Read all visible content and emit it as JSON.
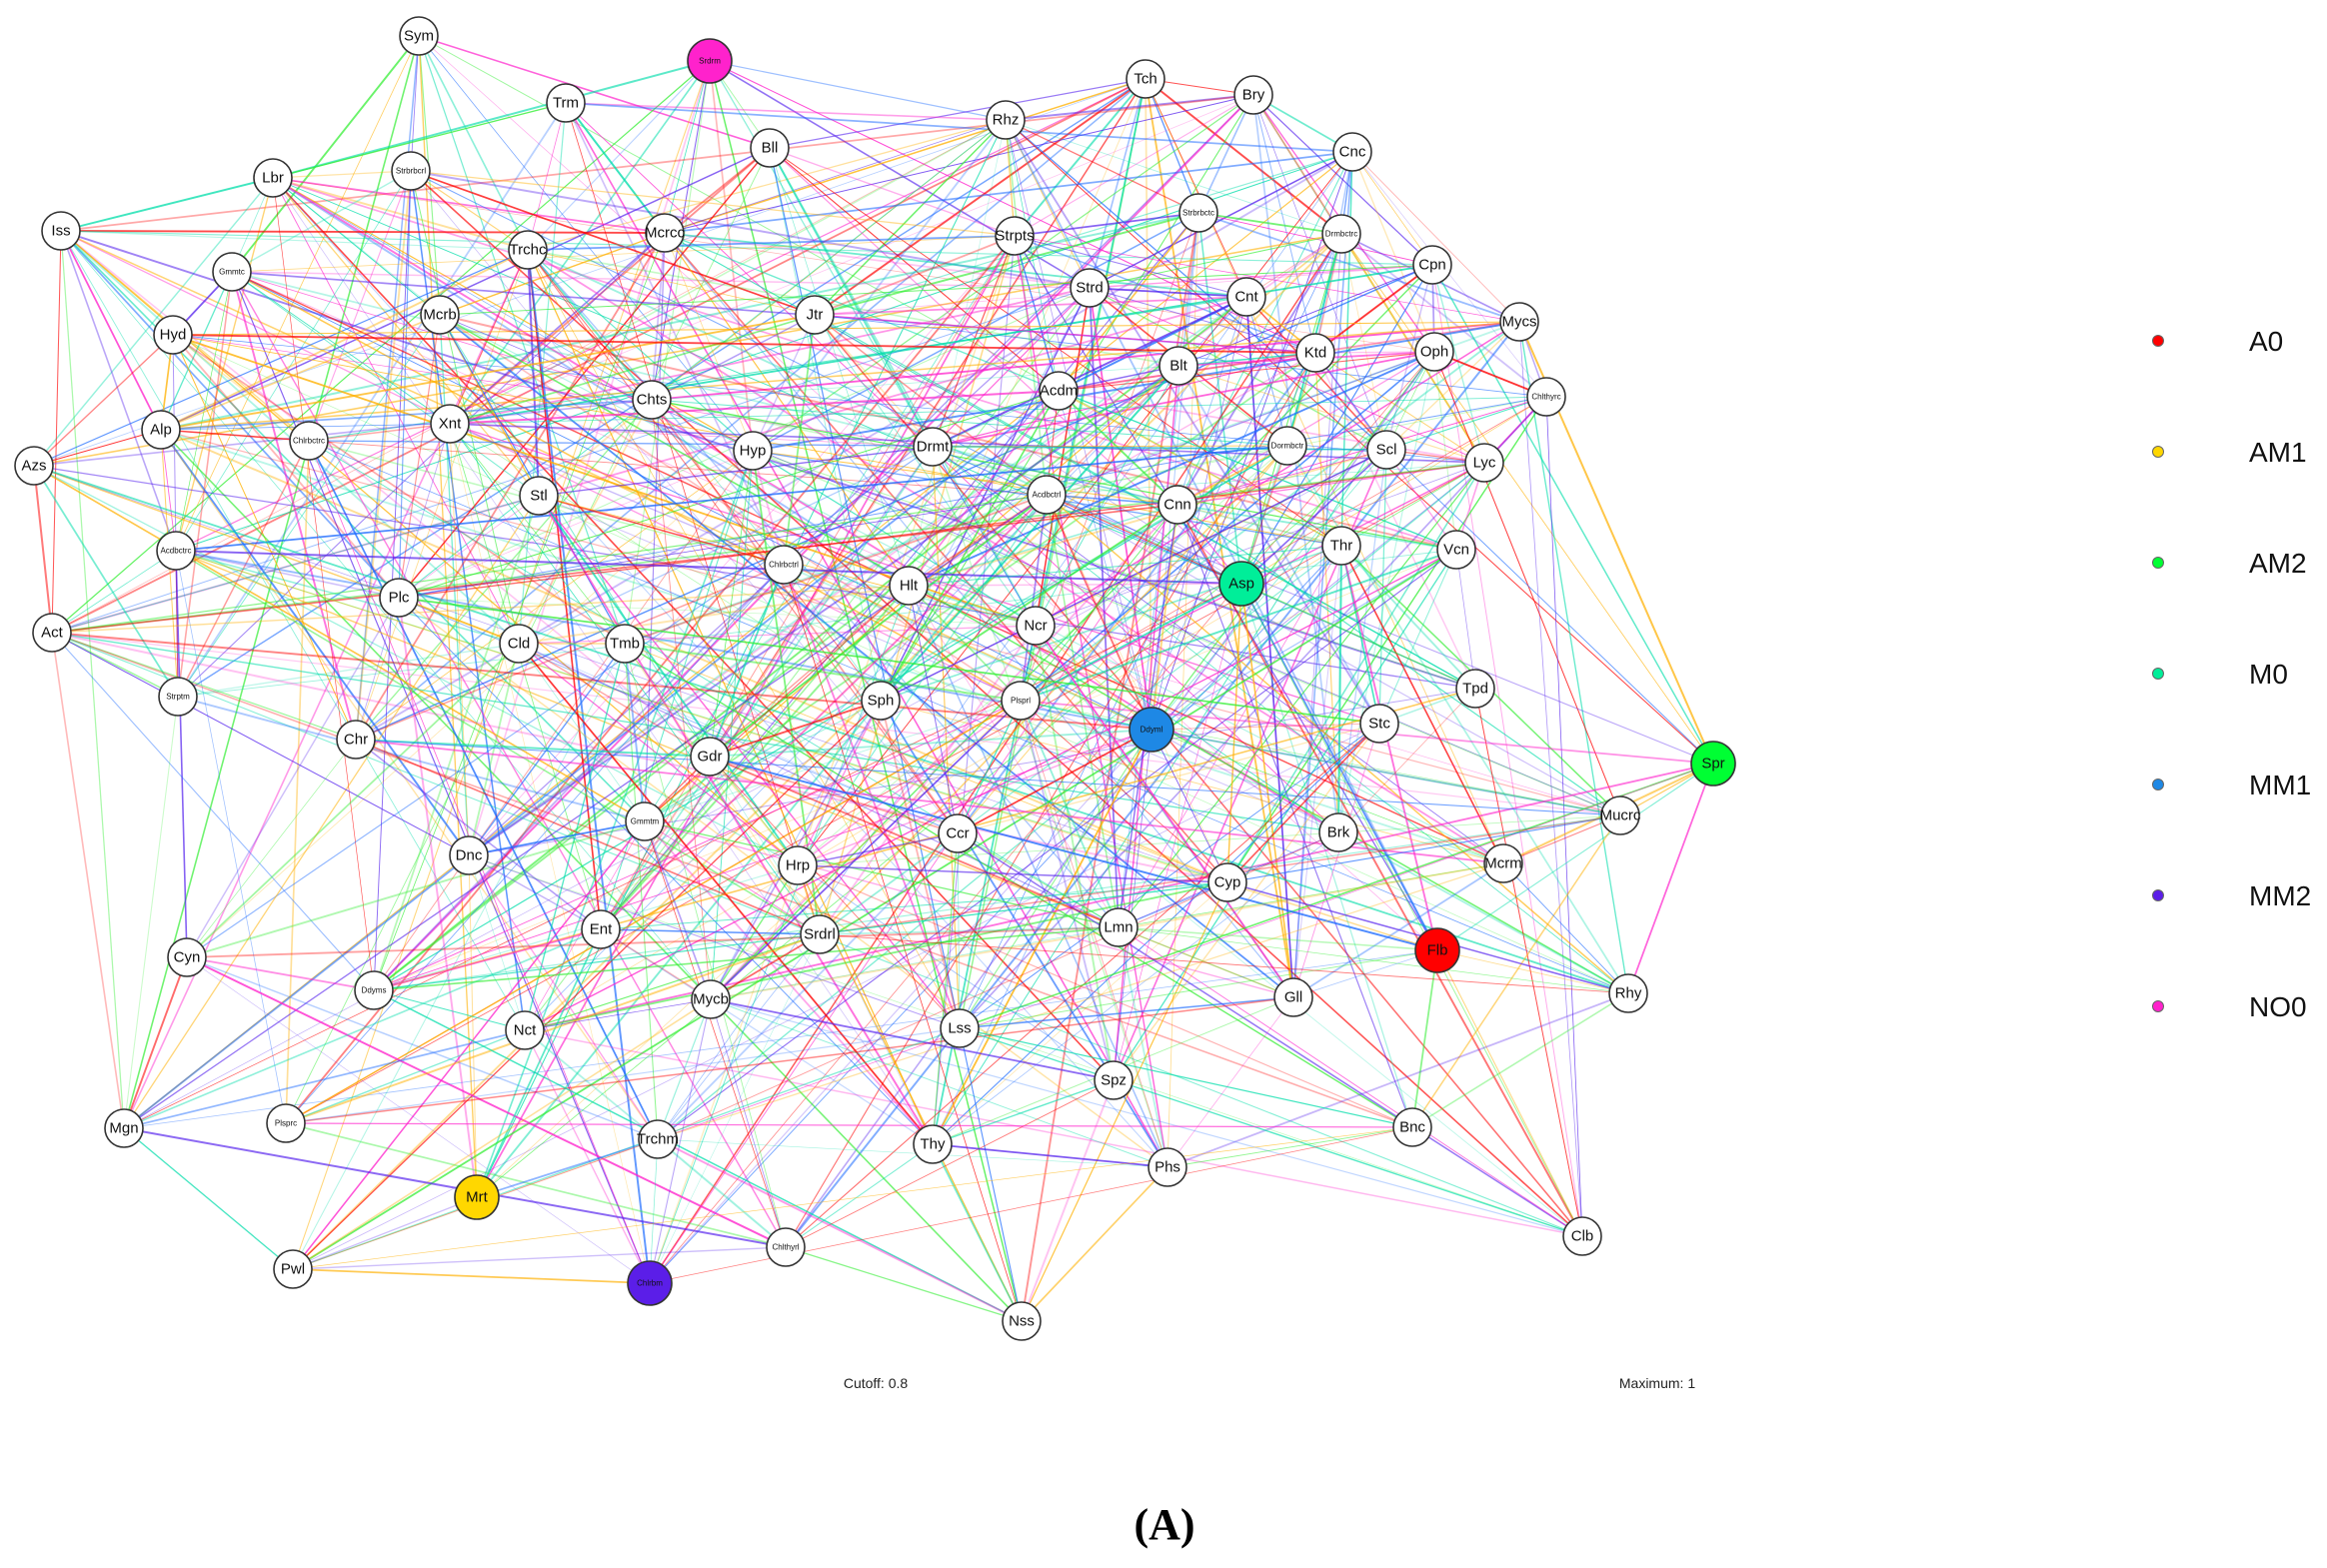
{
  "nodes": [
    {
      "label": "Sym",
      "group": null
    },
    {
      "label": "Srdrm",
      "group": "NO0"
    },
    {
      "label": "Tch",
      "group": null
    },
    {
      "label": "Bry",
      "group": null
    },
    {
      "label": "Trm",
      "group": null
    },
    {
      "label": "Rhz",
      "group": null
    },
    {
      "label": "Cnc",
      "group": null
    },
    {
      "label": "Bll",
      "group": null
    },
    {
      "label": "Lbr",
      "group": null
    },
    {
      "label": "Strbrbcrl",
      "group": null
    },
    {
      "label": "Strbrbctc",
      "group": null
    },
    {
      "label": "Drmbctrc",
      "group": null
    },
    {
      "label": "Iss",
      "group": null
    },
    {
      "label": "Mcrcc",
      "group": null
    },
    {
      "label": "Strpts",
      "group": null
    },
    {
      "label": "Trchc",
      "group": null
    },
    {
      "label": "Gmmtc",
      "group": null
    },
    {
      "label": "Cpn",
      "group": null
    },
    {
      "label": "Strd",
      "group": null
    },
    {
      "label": "Cnt",
      "group": null
    },
    {
      "label": "Mycs",
      "group": null
    },
    {
      "label": "Mcrb",
      "group": null
    },
    {
      "label": "Jtr",
      "group": null
    },
    {
      "label": "Hyd",
      "group": null
    },
    {
      "label": "Ktd",
      "group": null
    },
    {
      "label": "Oph",
      "group": null
    },
    {
      "label": "Blt",
      "group": null
    },
    {
      "label": "Chlthyrc",
      "group": null
    },
    {
      "label": "Acdm",
      "group": null
    },
    {
      "label": "Chts",
      "group": null
    },
    {
      "label": "Xnt",
      "group": null
    },
    {
      "label": "Alp",
      "group": null
    },
    {
      "label": "Chlrbctrc",
      "group": null
    },
    {
      "label": "Hyp",
      "group": null
    },
    {
      "label": "Drmt",
      "group": null
    },
    {
      "label": "Dormbctr",
      "group": null
    },
    {
      "label": "Scl",
      "group": null
    },
    {
      "label": "Lyc",
      "group": null
    },
    {
      "label": "Azs",
      "group": null
    },
    {
      "label": "Acdbctrl",
      "group": null
    },
    {
      "label": "Stl",
      "group": null
    },
    {
      "label": "Cnn",
      "group": null
    },
    {
      "label": "Acdbctrc",
      "group": null
    },
    {
      "label": "Thr",
      "group": null
    },
    {
      "label": "Vcn",
      "group": null
    },
    {
      "label": "Chlrbctrl",
      "group": null
    },
    {
      "label": "Asp",
      "group": "M0"
    },
    {
      "label": "Hlt",
      "group": null
    },
    {
      "label": "Plc",
      "group": null
    },
    {
      "label": "Act",
      "group": null
    },
    {
      "label": "Cld",
      "group": null
    },
    {
      "label": "Tmb",
      "group": null
    },
    {
      "label": "Ncr",
      "group": null
    },
    {
      "label": "Tpd",
      "group": null
    },
    {
      "label": "Strptm",
      "group": null
    },
    {
      "label": "Sph",
      "group": null
    },
    {
      "label": "Plsprl",
      "group": null
    },
    {
      "label": "Ddyml",
      "group": "MM1"
    },
    {
      "label": "Stc",
      "group": null
    },
    {
      "label": "Spr",
      "group": "AM2"
    },
    {
      "label": "Chr",
      "group": null
    },
    {
      "label": "Gdr",
      "group": null
    },
    {
      "label": "Mucrc",
      "group": null
    },
    {
      "label": "Gmmtm",
      "group": null
    },
    {
      "label": "Ccr",
      "group": null
    },
    {
      "label": "Brk",
      "group": null
    },
    {
      "label": "Dnc",
      "group": null
    },
    {
      "label": "Hrp",
      "group": null
    },
    {
      "label": "Mcrm",
      "group": null
    },
    {
      "label": "Cyp",
      "group": null
    },
    {
      "label": "Cyn",
      "group": null
    },
    {
      "label": "Ent",
      "group": null
    },
    {
      "label": "Lmn",
      "group": null
    },
    {
      "label": "Flb",
      "group": "A0"
    },
    {
      "label": "Srdrl",
      "group": null
    },
    {
      "label": "Rhy",
      "group": null
    },
    {
      "label": "Gll",
      "group": null
    },
    {
      "label": "Ddyms",
      "group": null
    },
    {
      "label": "Nct",
      "group": null
    },
    {
      "label": "Mycb",
      "group": null
    },
    {
      "label": "Lss",
      "group": null
    },
    {
      "label": "Spz",
      "group": null
    },
    {
      "label": "Mgn",
      "group": null
    },
    {
      "label": "Plsprc",
      "group": null
    },
    {
      "label": "Trchm",
      "group": null
    },
    {
      "label": "Thy",
      "group": null
    },
    {
      "label": "Bnc",
      "group": null
    },
    {
      "label": "Phs",
      "group": null
    },
    {
      "label": "Mrt",
      "group": "AM1"
    },
    {
      "label": "Clb",
      "group": null
    },
    {
      "label": "Chlthyrl",
      "group": null
    },
    {
      "label": "Pwl",
      "group": null
    },
    {
      "label": "Chlrbm",
      "group": "MM2"
    },
    {
      "label": "Nss",
      "group": null
    }
  ],
  "group_colors": {
    "A0": "#ff0000",
    "AM1": "#ffd700",
    "AM2": "#00ff33",
    "M0": "#00ee99",
    "MM1": "#1e88e5",
    "MM2": "#5b1ee8",
    "NO0": "#ff22cc"
  },
  "edge_palette": [
    "#ff0000",
    "#ffb000",
    "#33ee33",
    "#00ddaa",
    "#1e6cff",
    "#5522ee",
    "#ff22cc"
  ],
  "legend": [
    {
      "label": "A0",
      "color": "#ff0000"
    },
    {
      "label": "AM1",
      "color": "#ffd700"
    },
    {
      "label": "AM2",
      "color": "#00ff33"
    },
    {
      "label": "M0",
      "color": "#00ee99"
    },
    {
      "label": "MM1",
      "color": "#1e88e5"
    },
    {
      "label": "MM2",
      "color": "#5b1ee8"
    },
    {
      "label": "NO0",
      "color": "#ff22cc"
    }
  ],
  "footer": {
    "cutoff": "Cutoff: 0.8",
    "maximum": "Maximum: 1"
  },
  "panel_label": "(A)"
}
